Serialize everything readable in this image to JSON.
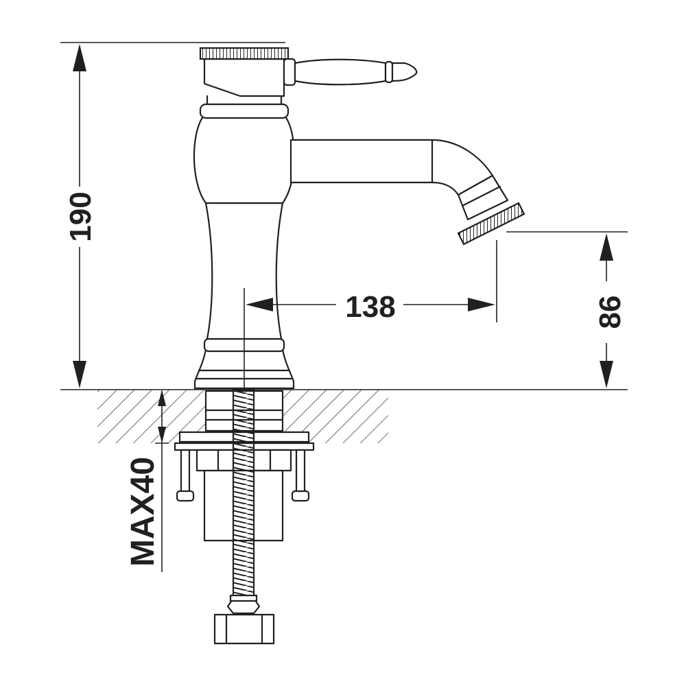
{
  "dimensions": {
    "height_total": "190",
    "spout_reach": "138",
    "spout_height": "86",
    "max_thickness": "MAX40"
  },
  "colors": {
    "line": "#231f20",
    "background": "#ffffff"
  }
}
